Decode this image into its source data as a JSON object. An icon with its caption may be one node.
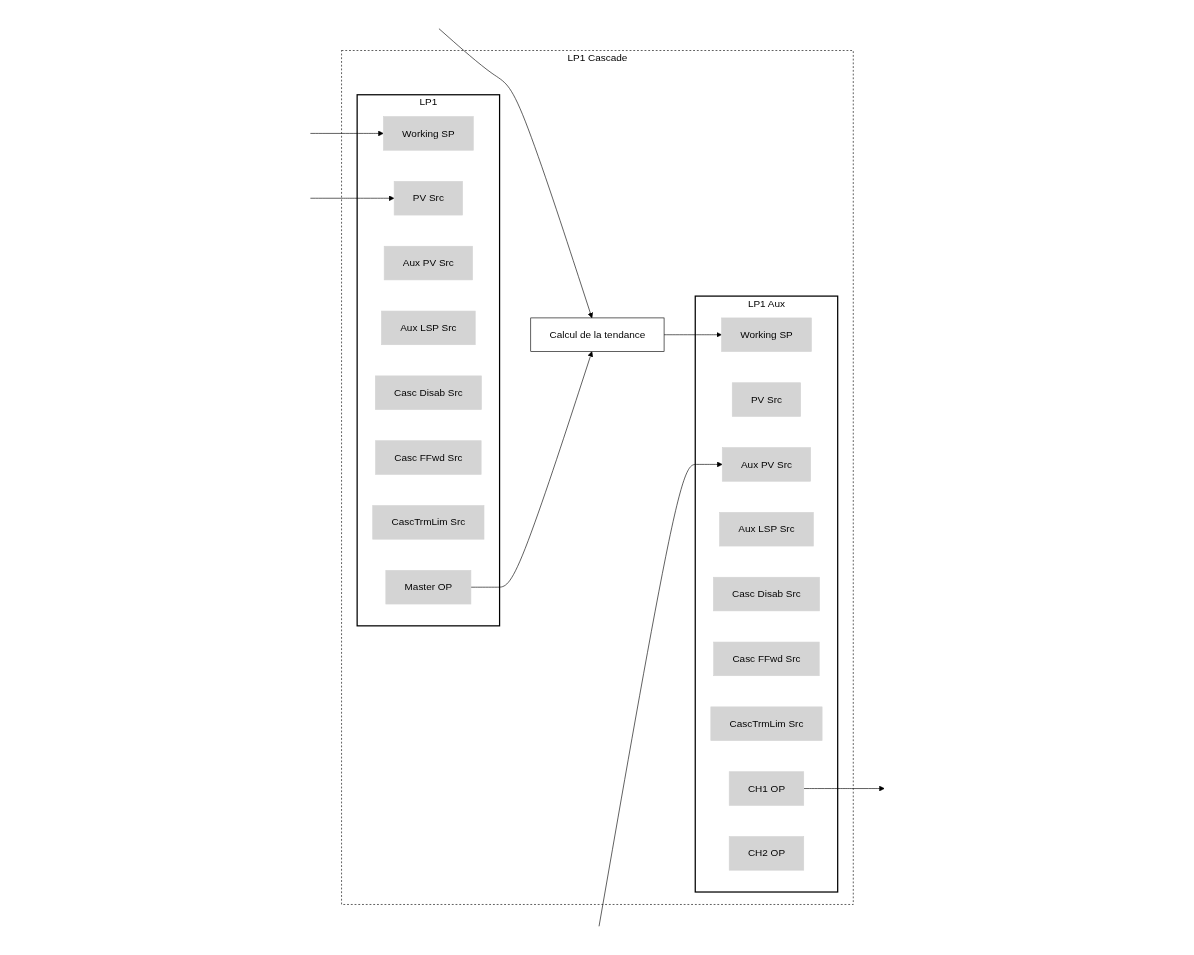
{
  "diagram": {
    "nodes": [
      {
        "text": [
          "LP1 Cascade"
        ]
      },
      {
        "text": [
          "Calcul de la tendance"
        ],
        "in": 0
      },
      {
        "text": [
          "LP1"
        ],
        "in": 0
      },
      {
        "text": [
          "Working SP"
        ],
        "in": 2
      },
      {
        "text": [
          "PV Src"
        ],
        "in": 2
      },
      {
        "text": [
          "Aux PV Src"
        ],
        "in": 2
      },
      {
        "text": [
          "Aux LSP Src"
        ],
        "in": 2
      },
      {
        "text": [
          "Casc Disab Src"
        ],
        "in": 2
      },
      {
        "text": [
          "Casc FFwd Src"
        ],
        "in": 2
      },
      {
        "text": [
          "CascTrmLim Src"
        ],
        "in": 2
      },
      {
        "text": [
          "Master OP"
        ],
        "in": 2
      },
      {
        "text": [
          "LP1 Aux"
        ],
        "in": 0
      },
      {
        "text": [
          "Working SP"
        ],
        "in": 11
      },
      {
        "text": [
          "PV Src"
        ],
        "in": 11
      },
      {
        "text": [
          "Aux PV Src"
        ],
        "in": 11
      },
      {
        "text": [
          "Aux LSP Src"
        ],
        "in": 11
      },
      {
        "text": [
          "Casc Disab Src"
        ],
        "in": 11
      },
      {
        "text": [
          "Casc FFwd Src"
        ],
        "in": 11
      },
      {
        "text": [
          "CascTrmLim Src"
        ],
        "in": 11
      },
      {
        "text": [
          "CH1 OP"
        ],
        "in": 11
      },
      {
        "text": [
          "CH2 OP"
        ],
        "in": 11
      }
    ],
    "edges": [
      {
        "from": null,
        "to": 3,
        "arrow": "to"
      },
      {
        "from": null,
        "to": 1,
        "arrow": "to"
      },
      {
        "from": null,
        "to": 4,
        "arrow": "to"
      },
      {
        "from": 10,
        "to": 1,
        "arrow": "to"
      },
      {
        "from": 1,
        "to": 12,
        "arrow": "to"
      },
      {
        "from": null,
        "to": 14,
        "arrow": "to"
      },
      {
        "from": 19,
        "to": null,
        "arrow": "to"
      }
    ]
  }
}
